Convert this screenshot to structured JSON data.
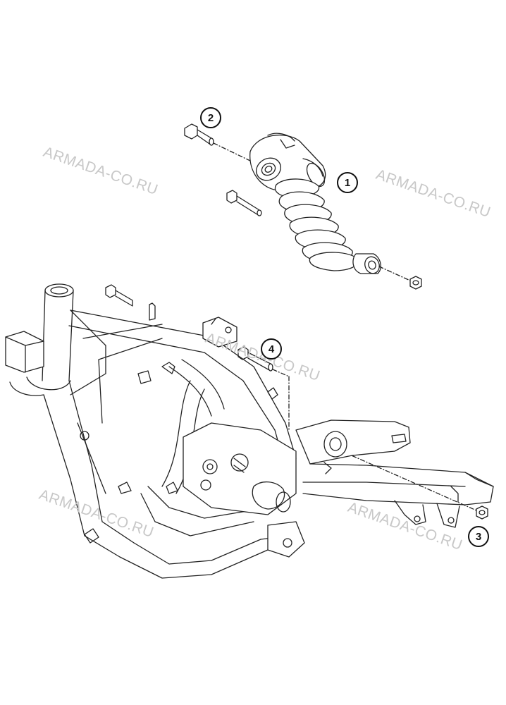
{
  "watermarks": [
    "ARMADA-CO.RU",
    "ARMADA-CO.RU",
    "ARMADA-CO.RU",
    "ARMADA-CO.RU",
    "ARMADA-CO.RU"
  ],
  "callouts": [
    "1",
    "2",
    "3",
    "4"
  ],
  "colors": {
    "line": "#222222",
    "watermark": "#c8c8c8",
    "background": "#ffffff"
  }
}
